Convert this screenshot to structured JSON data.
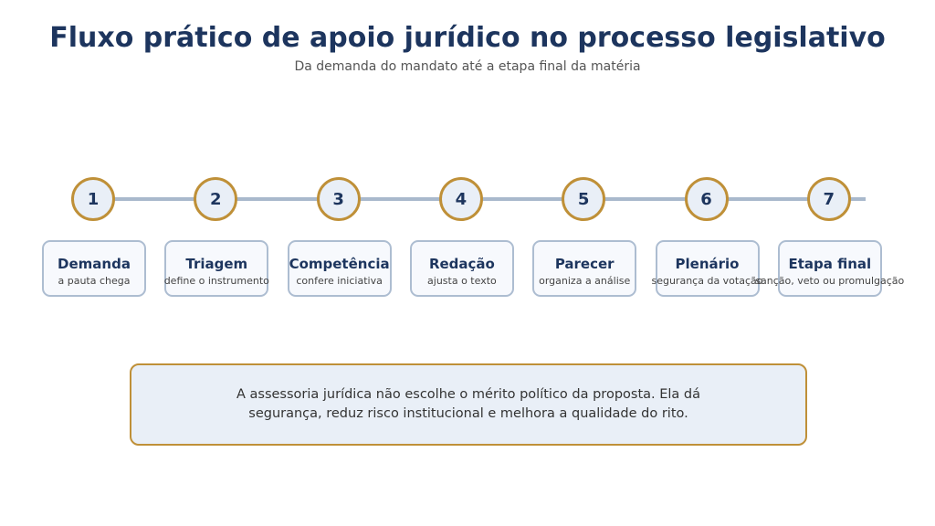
{
  "title": "Fluxo prático de apoio jurídico no processo legislativo",
  "subtitle": "Da demanda do mandato até a etapa final da matéria",
  "steps": [
    {
      "n": "1",
      "title": "Demanda",
      "desc": "a pauta chega"
    },
    {
      "n": "2",
      "title": "Triagem",
      "desc": "define o instrumento"
    },
    {
      "n": "3",
      "title": "Competência",
      "desc": "confere iniciativa"
    },
    {
      "n": "4",
      "title": "Redação",
      "desc": "ajusta o texto"
    },
    {
      "n": "5",
      "title": "Parecer",
      "desc": "organiza a análise"
    },
    {
      "n": "6",
      "title": "Plenário",
      "desc": "segurança da votação"
    },
    {
      "n": "7",
      "title": "Etapa final",
      "desc": "sanção, veto ou promulgação"
    }
  ],
  "note": {
    "line1": "A assessoria jurídica não escolhe o mérito político da proposta. Ela dá",
    "line2": "segurança, reduz risco institucional e melhora a qualidade do rito."
  },
  "colors": {
    "navy": "#1d355e",
    "gold": "#bf9038",
    "line": "#a9b9cc"
  }
}
